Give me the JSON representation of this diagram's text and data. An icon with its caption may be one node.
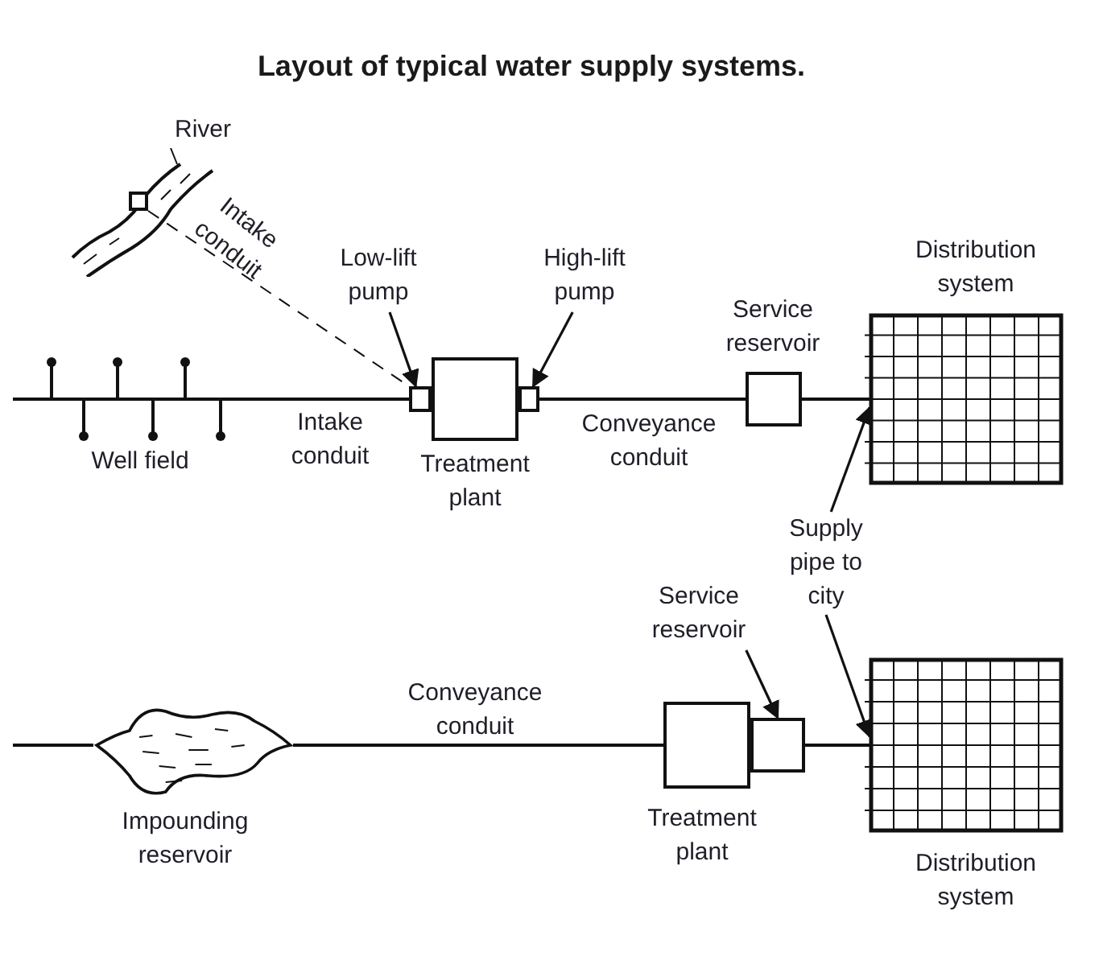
{
  "diagram": {
    "title": "Layout of typical water supply systems.",
    "nodes": [
      {
        "text": [
          "River"
        ]
      },
      {
        "text": [],
        "shape": "box",
        "in": 0
      },
      {
        "text": [
          "Well field"
        ]
      },
      {
        "text": [
          "Low-lift pump"
        ]
      },
      {
        "text": [],
        "shape": "box"
      },
      {
        "text": [
          "Treatment plant"
        ]
      },
      {
        "text": [
          "High-lift pump"
        ]
      },
      {
        "text": [],
        "shape": "box"
      },
      {
        "text": [
          "Service reservoir"
        ]
      },
      {
        "text": [
          "Distribution system"
        ]
      },
      {
        "text": [
          "Supply pipe to city"
        ]
      },
      {
        "text": [
          "Impounding reservoir"
        ]
      },
      {
        "text": [
          "Treatment plant"
        ]
      },
      {
        "text": [
          "Service reservoir"
        ]
      },
      {
        "text": [],
        "shape": "box"
      },
      {
        "text": [
          "Distribution system"
        ]
      }
    ],
    "edges": [
      {
        "from": 1,
        "to": 4,
        "arrow": "none",
        "label": "Intake conduit",
        "style": "dashed"
      },
      {
        "from": 2,
        "to": 4,
        "arrow": "none",
        "label": "Intake conduit"
      },
      {
        "from": 3,
        "to": 4,
        "arrow": "to"
      },
      {
        "from": 6,
        "to": 7,
        "arrow": "to"
      },
      {
        "from": 7,
        "to": 8,
        "arrow": "none",
        "label": "Conveyance conduit"
      },
      {
        "from": 8,
        "to": 9,
        "arrow": "none"
      },
      {
        "from": 10,
        "to": 9,
        "arrow": "to"
      },
      {
        "from": 10,
        "to": 15,
        "arrow": "to"
      },
      {
        "from": null,
        "to": 11,
        "arrow": "none"
      },
      {
        "from": 11,
        "to": 12,
        "arrow": "none",
        "label": "Conveyance conduit"
      },
      {
        "from": 13,
        "to": 14,
        "arrow": "to"
      },
      {
        "from": 14,
        "to": 15,
        "arrow": "none"
      }
    ]
  }
}
